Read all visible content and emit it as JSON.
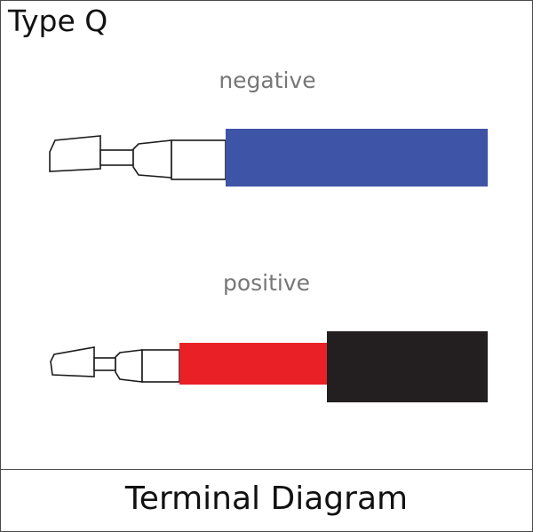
{
  "header": {
    "type_label": "Type Q"
  },
  "terminals": [
    {
      "label": "negative",
      "color": "#3d54a7"
    },
    {
      "label": "positive",
      "colors": [
        "#ea2027",
        "#231f20"
      ]
    }
  ],
  "footer": {
    "title": "Terminal Diagram"
  }
}
